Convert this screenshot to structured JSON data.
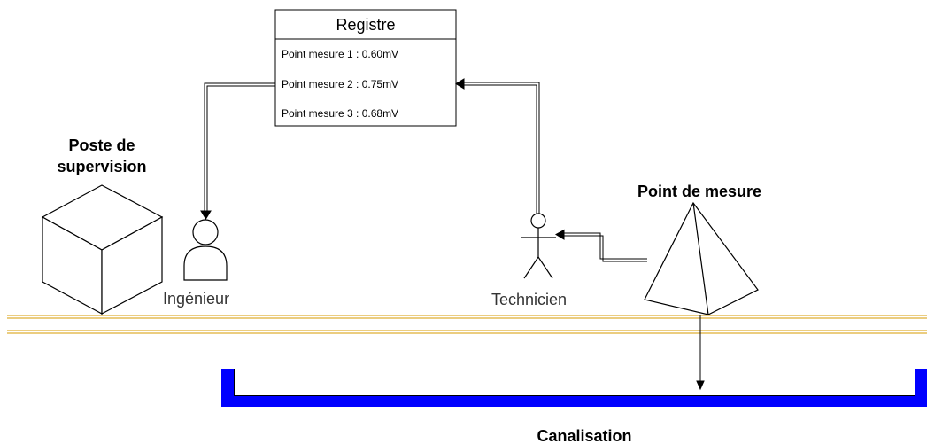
{
  "colors": {
    "ground_line": "#d79b00",
    "pipe": "#0000ff",
    "stroke": "#000000"
  },
  "registre": {
    "title": "Registre",
    "rows": [
      "Point mesure 1 : 0.60mV",
      "Point mesure 2 : 0.75mV",
      "Point mesure 3 : 0.68mV"
    ]
  },
  "poste": {
    "label_line1": "Poste de",
    "label_line2": "supervision"
  },
  "ingenieur": {
    "label": "Ingénieur"
  },
  "technicien": {
    "label": "Technicien"
  },
  "point_de_mesure": {
    "label": "Point de mesure"
  },
  "canalisation": {
    "label": "Canalisation"
  }
}
